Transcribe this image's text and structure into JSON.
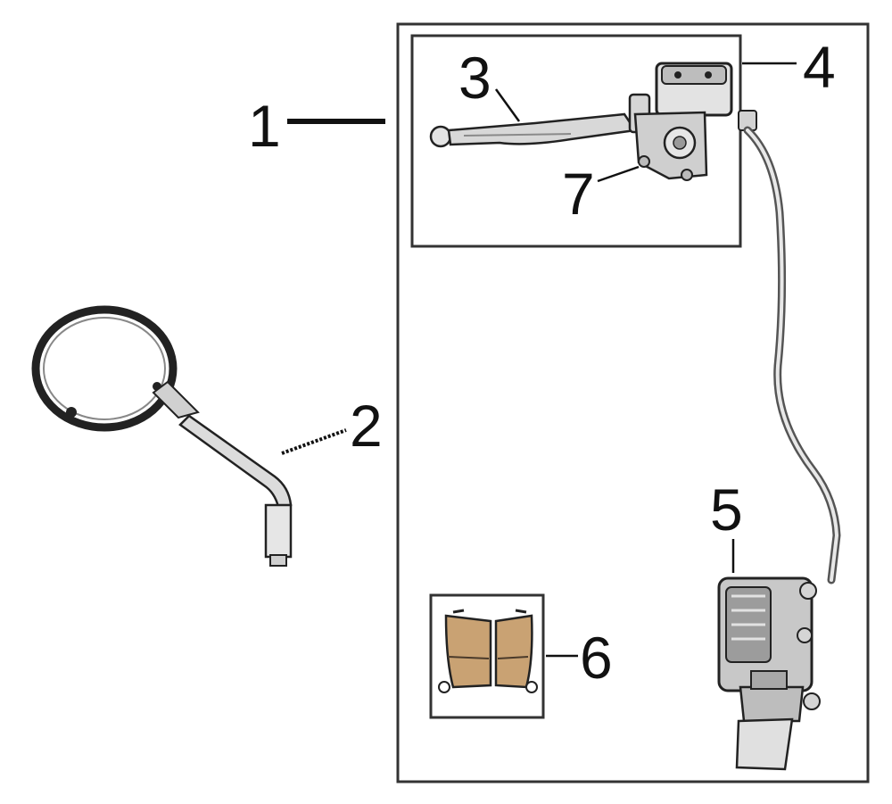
{
  "diagram": {
    "callouts": [
      {
        "id": "1",
        "label": "1"
      },
      {
        "id": "2",
        "label": "2"
      },
      {
        "id": "3",
        "label": "3"
      },
      {
        "id": "4",
        "label": "4"
      },
      {
        "id": "5",
        "label": "5"
      },
      {
        "id": "6",
        "label": "6"
      },
      {
        "id": "7",
        "label": "7"
      }
    ]
  },
  "colors": {
    "line": "#111111",
    "frame": "#333333",
    "part_metal": "#d9d9d9",
    "part_shadow": "#8a8a8a",
    "brake_pad": "#c9a273"
  },
  "icons": [
    "mirror",
    "brake-lever",
    "master-cylinder",
    "brake-hose",
    "brake-caliper",
    "brake-pads"
  ]
}
